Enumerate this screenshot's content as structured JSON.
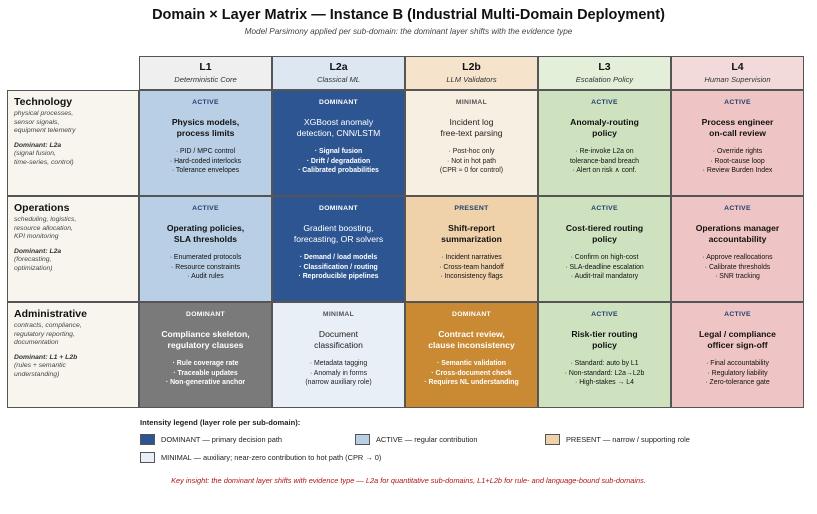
{
  "title": "Domain × Layer Matrix — Instance B (Industrial Multi-Domain Deployment)",
  "subtitle": "Model Parsimony applied per sub-domain: the dominant layer shifts with the evidence type",
  "columns": [
    {
      "label": "L1",
      "sub": "Deterministic Core",
      "color": "#efefef"
    },
    {
      "label": "L2a",
      "sub": "Classical ML",
      "color": "#dde7f2"
    },
    {
      "label": "L2b",
      "sub": "LLM Validators",
      "color": "#f6e3cc"
    },
    {
      "label": "L3",
      "sub": "Escalation Policy",
      "color": "#e3efd9"
    },
    {
      "label": "L4",
      "sub": "Human Supervision",
      "color": "#f3dada"
    }
  ],
  "rows": [
    {
      "name": "Technology",
      "desc": [
        "physical processes,",
        "sensor signals,",
        "equipment telemetry"
      ],
      "dominant": "Dominant: L2a",
      "dominant_detail": [
        "(signal fusion,",
        "time-series, control)"
      ],
      "cells": [
        {
          "tag": "ACTIVE",
          "title": [
            "Physics models,",
            "process limits"
          ],
          "bullets": [
            "· PID / MPC control",
            "· Hard-coded interlocks",
            "· Tolerance envelopes"
          ],
          "bg": "#b9cfe5",
          "fg": "#111111",
          "tagc": "#1f3f6e",
          "strong": false,
          "plain": false
        },
        {
          "tag": "DOMINANT",
          "title": [
            "XGBoost anomaly",
            "detection, CNN/LSTM"
          ],
          "bullets": [
            "· Signal fusion",
            "· Drift / degradation",
            "· Calibrated probabilities"
          ],
          "bg": "#2d5592",
          "fg": "#ffffff",
          "tagc": "#ffffff",
          "strong": true,
          "plain": true
        },
        {
          "tag": "MINIMAL",
          "title": [
            "Incident log",
            "free-text parsing"
          ],
          "bullets": [
            "· Post-hoc only",
            "· Not in hot path",
            "(CPR ≈ 0 for control)"
          ],
          "bg": "#f8efe3",
          "fg": "#222222",
          "tagc": "#555555",
          "strong": false,
          "plain": true
        },
        {
          "tag": "ACTIVE",
          "title": [
            "Anomaly-routing",
            "policy"
          ],
          "bullets": [
            "· Re-invoke L2a on",
            "tolerance-band breach",
            "· Alert on risk ∧ conf."
          ],
          "bg": "#cfe2bf",
          "fg": "#111111",
          "tagc": "#1f3f6e",
          "strong": false,
          "plain": false
        },
        {
          "tag": "ACTIVE",
          "title": [
            "Process engineer",
            "on-call review"
          ],
          "bullets": [
            "· Override rights",
            "· Root-cause loop",
            "· Review Burden Index"
          ],
          "bg": "#efc4c4",
          "fg": "#111111",
          "tagc": "#1f3f6e",
          "strong": false,
          "plain": false
        }
      ]
    },
    {
      "name": "Operations",
      "desc": [
        "scheduling, logistics,",
        "resource allocation,",
        "KPI monitoring"
      ],
      "dominant": "Dominant: L2a",
      "dominant_detail": [
        "(forecasting,",
        "optimization)"
      ],
      "cells": [
        {
          "tag": "ACTIVE",
          "title": [
            "Operating policies,",
            "SLA thresholds"
          ],
          "bullets": [
            "· Enumerated protocols",
            "· Resource constraints",
            "· Audit rules"
          ],
          "bg": "#b9cfe5",
          "fg": "#111111",
          "tagc": "#1f3f6e",
          "strong": false,
          "plain": false
        },
        {
          "tag": "DOMINANT",
          "title": [
            "Gradient boosting,",
            "forecasting, OR solvers"
          ],
          "bullets": [
            "· Demand / load models",
            "· Classification / routing",
            "· Reproducible pipelines"
          ],
          "bg": "#2d5592",
          "fg": "#ffffff",
          "tagc": "#ffffff",
          "strong": true,
          "plain": true
        },
        {
          "tag": "PRESENT",
          "title": [
            "Shift-report",
            "summarization"
          ],
          "bullets": [
            "· Incident narratives",
            "· Cross-team handoff",
            "· Inconsistency flags"
          ],
          "bg": "#efd1aa",
          "fg": "#111111",
          "tagc": "#1f3f6e",
          "strong": false,
          "plain": false
        },
        {
          "tag": "ACTIVE",
          "title": [
            "Cost-tiered routing",
            "policy"
          ],
          "bullets": [
            "· Confirm on high-cost",
            "· SLA-deadline escalation",
            "· Audit-trail mandatory"
          ],
          "bg": "#cfe2bf",
          "fg": "#111111",
          "tagc": "#1f3f6e",
          "strong": false,
          "plain": false
        },
        {
          "tag": "ACTIVE",
          "title": [
            "Operations manager",
            "accountability"
          ],
          "bullets": [
            "· Approve reallocations",
            "· Calibrate thresholds",
            "· SNR tracking"
          ],
          "bg": "#efc4c4",
          "fg": "#111111",
          "tagc": "#1f3f6e",
          "strong": false,
          "plain": false
        }
      ]
    },
    {
      "name": "Administrative",
      "desc": [
        "contracts, compliance,",
        "regulatory reporting,",
        "documentation"
      ],
      "dominant": "Dominant: L1 + L2b",
      "dominant_detail": [
        "(rules + semantic",
        "understanding)"
      ],
      "cells": [
        {
          "tag": "DOMINANT",
          "title": [
            "Compliance skeleton,",
            "regulatory clauses"
          ],
          "bullets": [
            "· Rule coverage rate",
            "· Traceable updates",
            "· Non-generative anchor"
          ],
          "bg": "#7a7a7a",
          "fg": "#ffffff",
          "tagc": "#ffffff",
          "strong": true,
          "plain": false
        },
        {
          "tag": "MINIMAL",
          "title": [
            "Document",
            "classification"
          ],
          "bullets": [
            "· Metadata tagging",
            "· Anomaly in forms",
            "(narrow auxiliary role)"
          ],
          "bg": "#e9eff6",
          "fg": "#222222",
          "tagc": "#555555",
          "strong": false,
          "plain": true
        },
        {
          "tag": "DOMINANT",
          "title": [
            "Contract review,",
            "clause inconsistency"
          ],
          "bullets": [
            "· Semantic validation",
            "· Cross-document check",
            "· Requires NL understanding"
          ],
          "bg": "#c98a33",
          "fg": "#ffffff",
          "tagc": "#ffffff",
          "strong": true,
          "plain": false
        },
        {
          "tag": "ACTIVE",
          "title": [
            "Risk-tier routing",
            "policy"
          ],
          "bullets": [
            "· Standard: auto by L1",
            "· Non-standard: L2a→L2b",
            "· High-stakes → L4"
          ],
          "bg": "#cfe2bf",
          "fg": "#111111",
          "tagc": "#1f3f6e",
          "strong": false,
          "plain": false
        },
        {
          "tag": "ACTIVE",
          "title": [
            "Legal / compliance",
            "officer sign-off"
          ],
          "bullets": [
            "· Final accountability",
            "· Regulatory liability",
            "· Zero-tolerance gate"
          ],
          "bg": "#efc4c4",
          "fg": "#111111",
          "tagc": "#1f3f6e",
          "strong": false,
          "plain": false
        }
      ]
    }
  ],
  "legend": {
    "title": "Intensity legend (layer role per sub-domain):",
    "items": [
      {
        "label": "DOMINANT — primary decision path",
        "color": "#2d5592"
      },
      {
        "label": "ACTIVE — regular contribution",
        "color": "#b9cfe5"
      },
      {
        "label": "PRESENT — narrow / supporting role",
        "color": "#efd1aa"
      },
      {
        "label": "MINIMAL — auxiliary; near-zero contribution to hot path (CPR → 0)",
        "color": "#e9eff6"
      }
    ]
  },
  "insight": "Key insight: the dominant layer shifts with evidence type — L2a for quantitative sub-domains, L1+L2b for rule- and language-bound sub-domains."
}
